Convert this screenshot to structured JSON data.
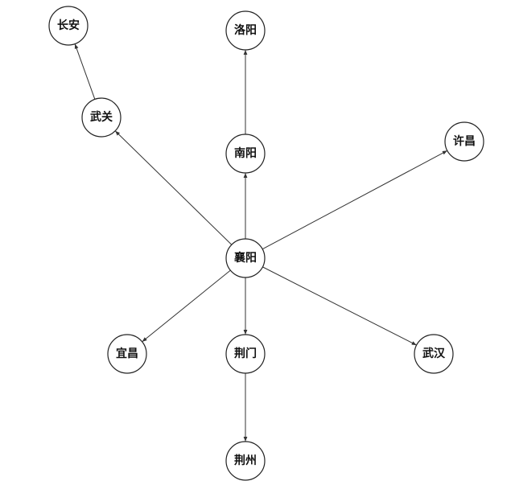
{
  "nodes": [
    {
      "id": "changan",
      "label": "长安"
    },
    {
      "id": "wuguan",
      "label": "武关"
    },
    {
      "id": "luoyang",
      "label": "洛阳"
    },
    {
      "id": "nanyang",
      "label": "南阳"
    },
    {
      "id": "xuchang",
      "label": "许昌"
    },
    {
      "id": "xiangyang",
      "label": "襄阳"
    },
    {
      "id": "yichang",
      "label": "宜昌"
    },
    {
      "id": "jingmen",
      "label": "荆门"
    },
    {
      "id": "wuhan",
      "label": "武汉"
    },
    {
      "id": "jingzhou",
      "label": "荆州"
    }
  ],
  "edges": [
    {
      "from": "wuguan",
      "to": "changan"
    },
    {
      "from": "nanyang",
      "to": "luoyang"
    },
    {
      "from": "xiangyang",
      "to": "wuguan"
    },
    {
      "from": "xiangyang",
      "to": "nanyang"
    },
    {
      "from": "xiangyang",
      "to": "xuchang"
    },
    {
      "from": "xiangyang",
      "to": "yichang"
    },
    {
      "from": "xiangyang",
      "to": "jingmen"
    },
    {
      "from": "xiangyang",
      "to": "wuhan"
    },
    {
      "from": "jingmen",
      "to": "jingzhou"
    }
  ],
  "colors": {
    "line": "#333333",
    "node_stroke": "#222222",
    "text": "#111111"
  }
}
